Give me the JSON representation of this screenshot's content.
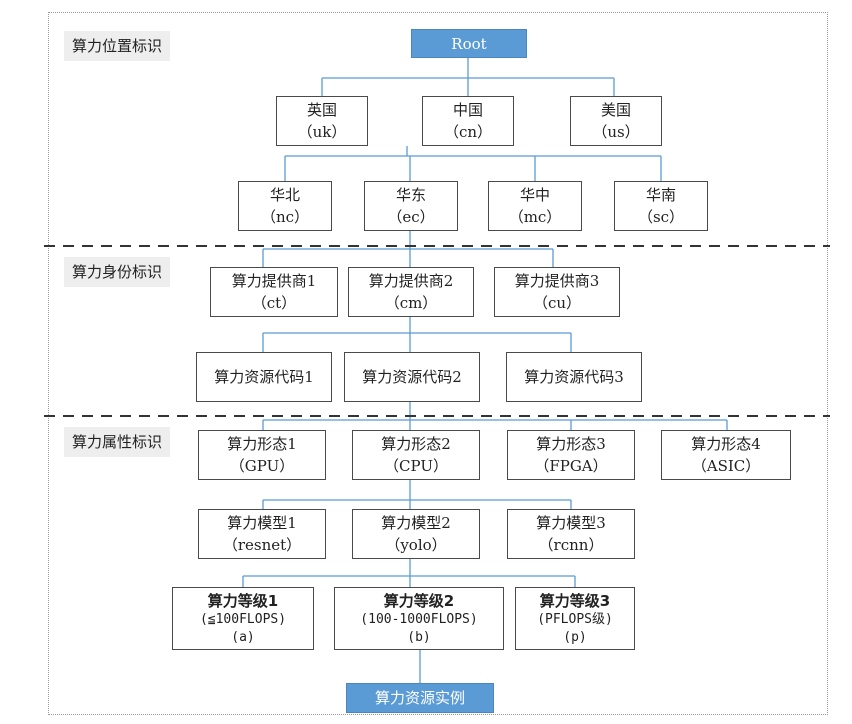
{
  "sections": {
    "location": "算力位置标识",
    "identity": "算力身份标识",
    "attribute": "算力属性标识"
  },
  "nodes": {
    "root": "Root",
    "uk": {
      "line1": "英国",
      "line2": "（uk）"
    },
    "cn": {
      "line1": "中国",
      "line2": "（cn）"
    },
    "us": {
      "line1": "美国",
      "line2": "（us）"
    },
    "nc": {
      "line1": "华北",
      "line2": "（nc）"
    },
    "ec": {
      "line1": "华东",
      "line2": "（ec）"
    },
    "mc": {
      "line1": "华中",
      "line2": "（mc）"
    },
    "sc": {
      "line1": "华南",
      "line2": "（sc）"
    },
    "provider1": {
      "line1": "算力提供商1",
      "line2": "（ct）"
    },
    "provider2": {
      "line1": "算力提供商2",
      "line2": "（cm）"
    },
    "provider3": {
      "line1": "算力提供商3",
      "line2": "（cu）"
    },
    "resource1": "算力资源代码1",
    "resource2": "算力资源代码2",
    "resource3": "算力资源代码3",
    "form1": {
      "line1": "算力形态1",
      "line2": "（GPU）"
    },
    "form2": {
      "line1": "算力形态2",
      "line2": "（CPU）"
    },
    "form3": {
      "line1": "算力形态3",
      "line2": "（FPGA）"
    },
    "form4": {
      "line1": "算力形态4",
      "line2": "（ASIC）"
    },
    "model1": {
      "line1": "算力模型1",
      "line2": "（resnet）"
    },
    "model2": {
      "line1": "算力模型2",
      "line2": "（yolo）"
    },
    "model3": {
      "line1": "算力模型3",
      "line2": "（rcnn）"
    },
    "level1": {
      "line1": "算力等级1",
      "line2": "(≦100FLOPS)",
      "line3": "(a)"
    },
    "level2": {
      "line1": "算力等级2",
      "line2": "(100-1000FLOPS)",
      "line3": "(b)"
    },
    "level3": {
      "line1": "算力等级3",
      "line2": "(PFLOPS级)",
      "line3": "(p)"
    },
    "instance": "算力资源实例"
  },
  "colors": {
    "highlight_fill": "#5b9bd5",
    "connector": "#5b9bd5",
    "divider": "#333333",
    "label_bg": "#eeeeee"
  }
}
